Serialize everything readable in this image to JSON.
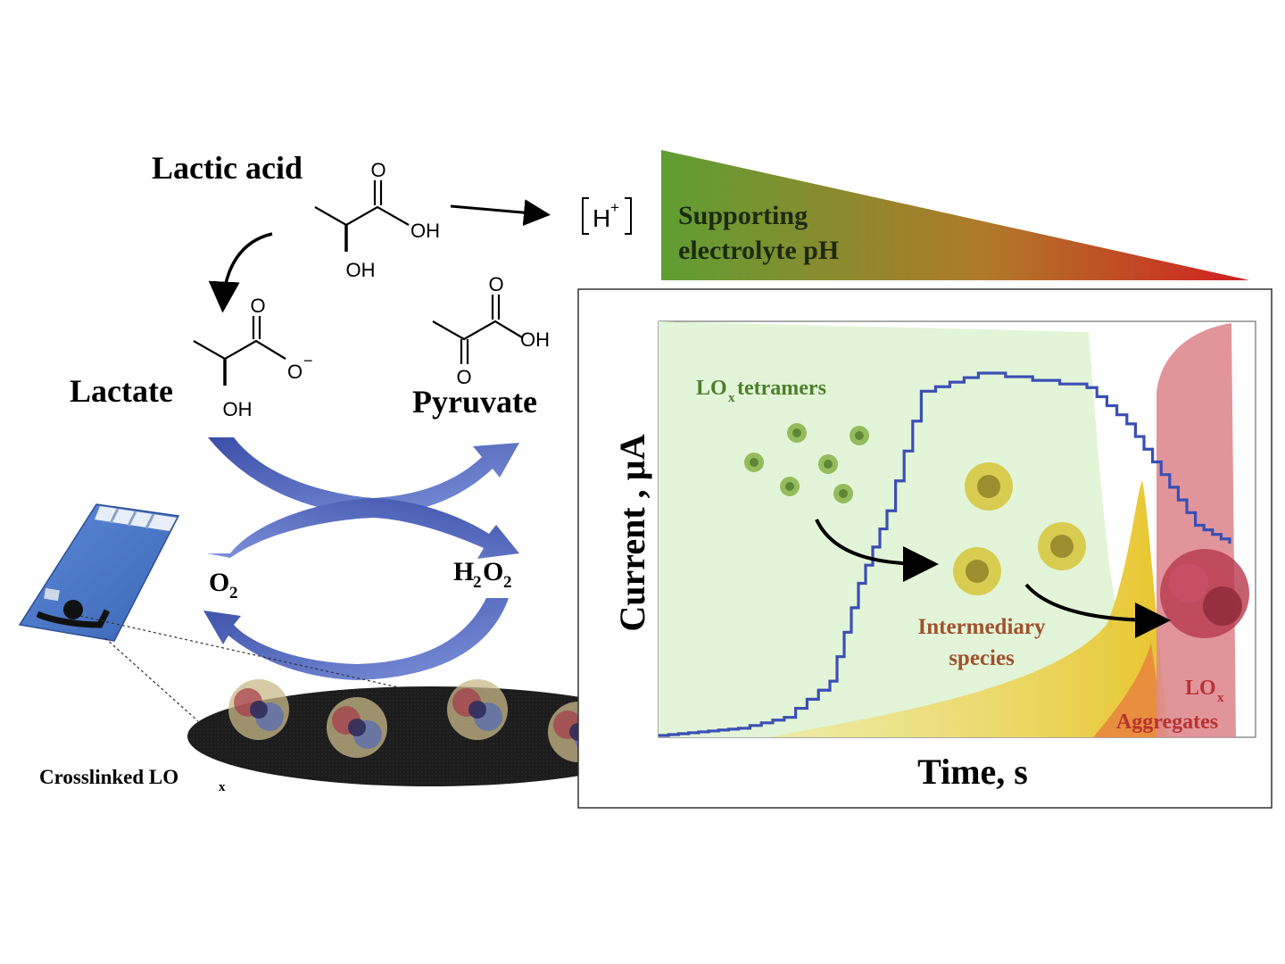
{
  "labels": {
    "lactic_acid": "Lactic acid",
    "lactate": "Lactate",
    "pyruvate": "Pyruvate",
    "h_plus": "H",
    "h_plus_sup": "+",
    "o2_main": "O",
    "o2_sub": "2",
    "h2o2_h": "H",
    "h2o2_sub1": "2",
    "h2o2_o": "O",
    "h2o2_sub2": "2",
    "crosslinked_main": "Crosslinked  LO",
    "crosslinked_sub": "x"
  },
  "chem_atoms": {
    "O": "O",
    "OH": "OH",
    "O_minus": "O",
    "minus": "−"
  },
  "ph_bar": {
    "line1": "Supporting",
    "line2": "electrolyte pH",
    "color_start": "#5f9e33",
    "color_mid": "#b07a2a",
    "color_end": "#d21f1f"
  },
  "plot": {
    "ylabel": "Current , µA",
    "xlabel": "Time, s",
    "tetramers_main": "LO",
    "tetramers_sub": "x",
    "tetramers_rest": " tetramers",
    "intermediary_line1": "Intermediary",
    "intermediary_line2": "species",
    "aggregates_line1_main": "LO",
    "aggregates_line1_sub": "x",
    "aggregates_line2": "Aggregates",
    "colors": {
      "trace": "#3a4fb5",
      "tetramer_region": "#e3f5d8",
      "intermediate_region": "#ecd24a",
      "aggregate_region": "#de8a8f",
      "intermediary_text": "#a0522d",
      "aggregates_text": "#b83232",
      "tetramer_text": "#4d7f2b"
    }
  },
  "colors": {
    "cycle_arrow": "#3b4fa8",
    "cycle_arrow_light": "#8fa3e0",
    "electrode": "#4a78c4",
    "disc": "#1a1a1a"
  },
  "chart_data": {
    "type": "line",
    "title": "",
    "xlabel": "Time, s",
    "ylabel": "Current , µA",
    "x_ticks": [],
    "y_ticks": [],
    "series": [
      {
        "values": [
          {
            "x": 0.0,
            "y": 0.0
          },
          {
            "x": 0.07,
            "y": 0.01
          },
          {
            "x": 0.14,
            "y": 0.02
          },
          {
            "x": 0.22,
            "y": 0.05
          },
          {
            "x": 0.3,
            "y": 0.15
          },
          {
            "x": 0.35,
            "y": 0.42
          },
          {
            "x": 0.4,
            "y": 0.62
          },
          {
            "x": 0.46,
            "y": 0.95
          },
          {
            "x": 0.56,
            "y": 1.0
          },
          {
            "x": 0.75,
            "y": 0.96
          },
          {
            "x": 0.82,
            "y": 0.86
          },
          {
            "x": 0.88,
            "y": 0.72
          },
          {
            "x": 0.94,
            "y": 0.58
          },
          {
            "x": 1.0,
            "y": 0.53
          }
        ]
      }
    ]
  }
}
